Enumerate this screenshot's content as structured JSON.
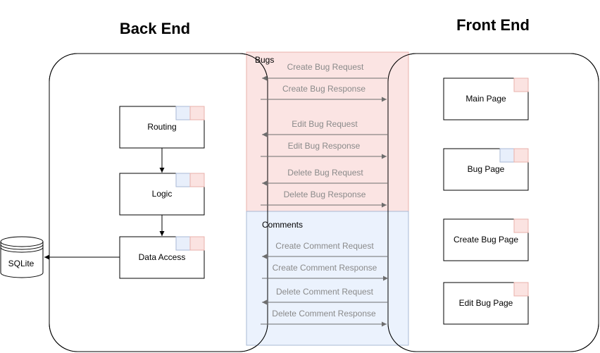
{
  "titles": {
    "back_end": "Back End",
    "front_end": "Front End"
  },
  "backend": {
    "routing": "Routing",
    "logic": "Logic",
    "data_access": "Data Access"
  },
  "database": {
    "label": "SQLite"
  },
  "frontend": {
    "main_page": "Main Page",
    "bug_page": "Bug Page",
    "create_bug_page": "Create Bug Page",
    "edit_bug_page": "Edit Bug Page"
  },
  "bugs_group": {
    "label": "Bugs",
    "messages": {
      "create_req": "Create Bug Request",
      "create_resp": "Create Bug Response",
      "edit_req": "Edit Bug Request",
      "edit_resp": "Edit Bug Response",
      "delete_req": "Delete Bug Request",
      "delete_resp": "Delete Bug Response"
    }
  },
  "comments_group": {
    "label": "Comments",
    "messages": {
      "create_req": "Create Comment Request",
      "create_resp": "Create Comment Response",
      "delete_req": "Delete Comment Request",
      "delete_resp": "Delete Comment Response"
    }
  },
  "colors": {
    "bugs_fill": "#fbe3e1",
    "bugs_stroke": "#eab0ab",
    "comments_fill": "#e8effb",
    "comments_stroke": "#aab9d4",
    "tag_red": "#fbe3e1",
    "tag_blue": "#e8effb",
    "message_line": "#6e6e6e"
  }
}
